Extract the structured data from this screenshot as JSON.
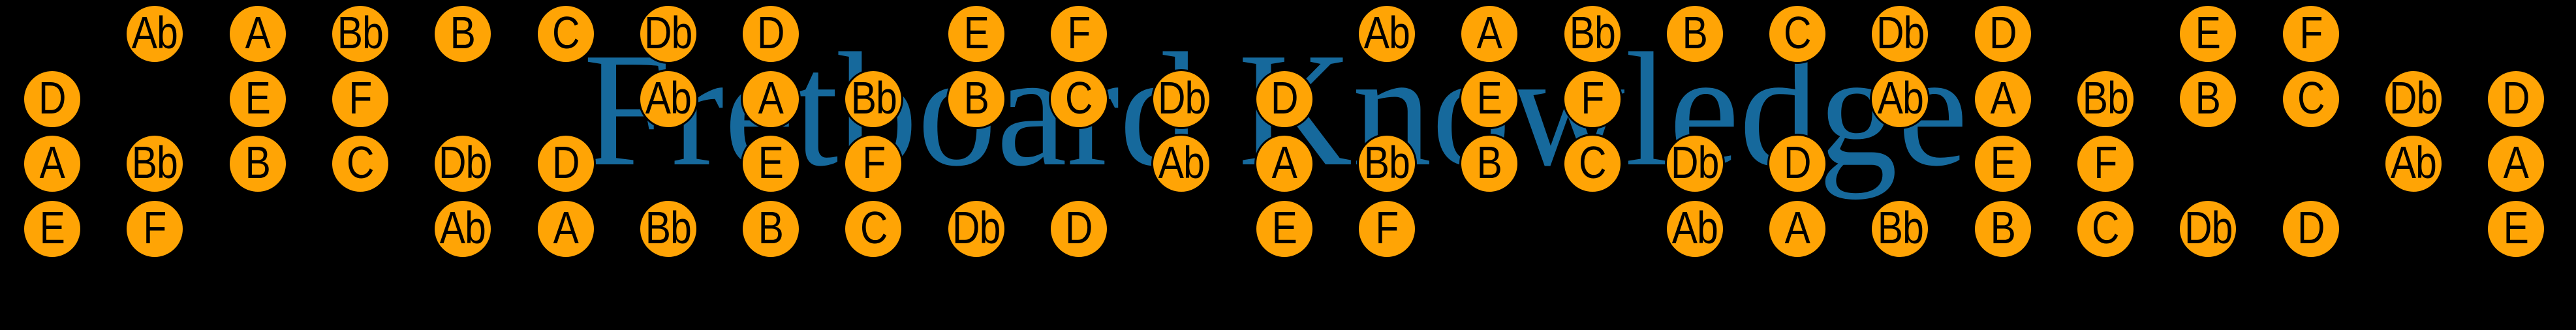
{
  "title": {
    "text": "Fretboard Knowledge"
  },
  "colors": {
    "background": "#000000",
    "title_blue": "#16699C",
    "note_fill": "#FFA405",
    "note_border": "#000000",
    "note_text": "#000000"
  },
  "fretboard": {
    "fret_count": 25,
    "string_count": 4,
    "note_labels_used": [
      "Ab",
      "A",
      "Bb",
      "B",
      "C",
      "Db",
      "D",
      "E",
      "F"
    ],
    "strings": [
      {
        "id": "string-1",
        "notes": [
          {
            "fret": 1,
            "label": "Ab"
          },
          {
            "fret": 2,
            "label": "A"
          },
          {
            "fret": 3,
            "label": "Bb"
          },
          {
            "fret": 4,
            "label": "B"
          },
          {
            "fret": 5,
            "label": "C"
          },
          {
            "fret": 6,
            "label": "Db"
          },
          {
            "fret": 7,
            "label": "D"
          },
          {
            "fret": 9,
            "label": "E"
          },
          {
            "fret": 10,
            "label": "F"
          },
          {
            "fret": 13,
            "label": "Ab"
          },
          {
            "fret": 14,
            "label": "A"
          },
          {
            "fret": 15,
            "label": "Bb"
          },
          {
            "fret": 16,
            "label": "B"
          },
          {
            "fret": 17,
            "label": "C"
          },
          {
            "fret": 18,
            "label": "Db"
          },
          {
            "fret": 19,
            "label": "D"
          },
          {
            "fret": 21,
            "label": "E"
          },
          {
            "fret": 22,
            "label": "F"
          }
        ]
      },
      {
        "id": "string-2",
        "notes": [
          {
            "fret": 0,
            "label": "D"
          },
          {
            "fret": 2,
            "label": "E"
          },
          {
            "fret": 3,
            "label": "F"
          },
          {
            "fret": 6,
            "label": "Ab"
          },
          {
            "fret": 7,
            "label": "A"
          },
          {
            "fret": 8,
            "label": "Bb"
          },
          {
            "fret": 9,
            "label": "B"
          },
          {
            "fret": 10,
            "label": "C"
          },
          {
            "fret": 11,
            "label": "Db"
          },
          {
            "fret": 12,
            "label": "D"
          },
          {
            "fret": 14,
            "label": "E"
          },
          {
            "fret": 15,
            "label": "F"
          },
          {
            "fret": 18,
            "label": "Ab"
          },
          {
            "fret": 19,
            "label": "A"
          },
          {
            "fret": 20,
            "label": "Bb"
          },
          {
            "fret": 21,
            "label": "B"
          },
          {
            "fret": 22,
            "label": "C"
          },
          {
            "fret": 23,
            "label": "Db"
          },
          {
            "fret": 24,
            "label": "D"
          }
        ]
      },
      {
        "id": "string-3",
        "notes": [
          {
            "fret": 0,
            "label": "A"
          },
          {
            "fret": 1,
            "label": "Bb"
          },
          {
            "fret": 2,
            "label": "B"
          },
          {
            "fret": 3,
            "label": "C"
          },
          {
            "fret": 4,
            "label": "Db"
          },
          {
            "fret": 5,
            "label": "D"
          },
          {
            "fret": 7,
            "label": "E"
          },
          {
            "fret": 8,
            "label": "F"
          },
          {
            "fret": 11,
            "label": "Ab"
          },
          {
            "fret": 12,
            "label": "A"
          },
          {
            "fret": 13,
            "label": "Bb"
          },
          {
            "fret": 14,
            "label": "B"
          },
          {
            "fret": 15,
            "label": "C"
          },
          {
            "fret": 16,
            "label": "Db"
          },
          {
            "fret": 17,
            "label": "D"
          },
          {
            "fret": 19,
            "label": "E"
          },
          {
            "fret": 20,
            "label": "F"
          },
          {
            "fret": 23,
            "label": "Ab"
          },
          {
            "fret": 24,
            "label": "A"
          }
        ]
      },
      {
        "id": "string-4",
        "notes": [
          {
            "fret": 0,
            "label": "E"
          },
          {
            "fret": 1,
            "label": "F"
          },
          {
            "fret": 4,
            "label": "Ab"
          },
          {
            "fret": 5,
            "label": "A"
          },
          {
            "fret": 6,
            "label": "Bb"
          },
          {
            "fret": 7,
            "label": "B"
          },
          {
            "fret": 8,
            "label": "C"
          },
          {
            "fret": 9,
            "label": "Db"
          },
          {
            "fret": 10,
            "label": "D"
          },
          {
            "fret": 12,
            "label": "E"
          },
          {
            "fret": 13,
            "label": "F"
          },
          {
            "fret": 16,
            "label": "Ab"
          },
          {
            "fret": 17,
            "label": "A"
          },
          {
            "fret": 18,
            "label": "Bb"
          },
          {
            "fret": 19,
            "label": "B"
          },
          {
            "fret": 20,
            "label": "C"
          },
          {
            "fret": 21,
            "label": "Db"
          },
          {
            "fret": 22,
            "label": "D"
          },
          {
            "fret": 24,
            "label": "E"
          }
        ]
      }
    ]
  }
}
